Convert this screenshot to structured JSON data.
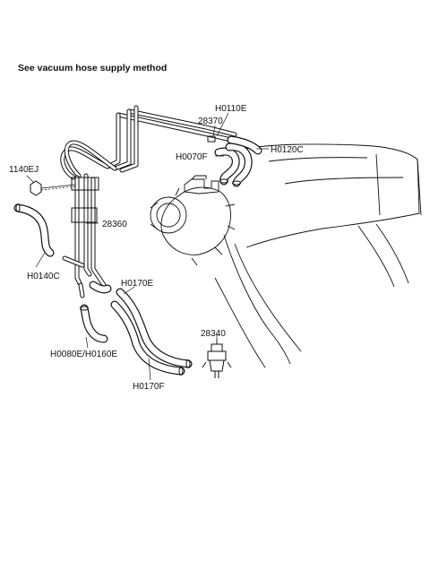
{
  "header": {
    "note": "See vacuum hose supply method"
  },
  "labels": {
    "h0110e": "H0110E",
    "p28370": "28370",
    "h0120c": "H0120C",
    "h0070f": "H0070F",
    "p1140ej": "1140EJ",
    "p28360": "28360",
    "h0140c": "H0140C",
    "h0170e": "H0170E",
    "p28340": "28340",
    "h0080e_h0160e": "H0080E/H0160E",
    "h0170f": "H0170F"
  }
}
